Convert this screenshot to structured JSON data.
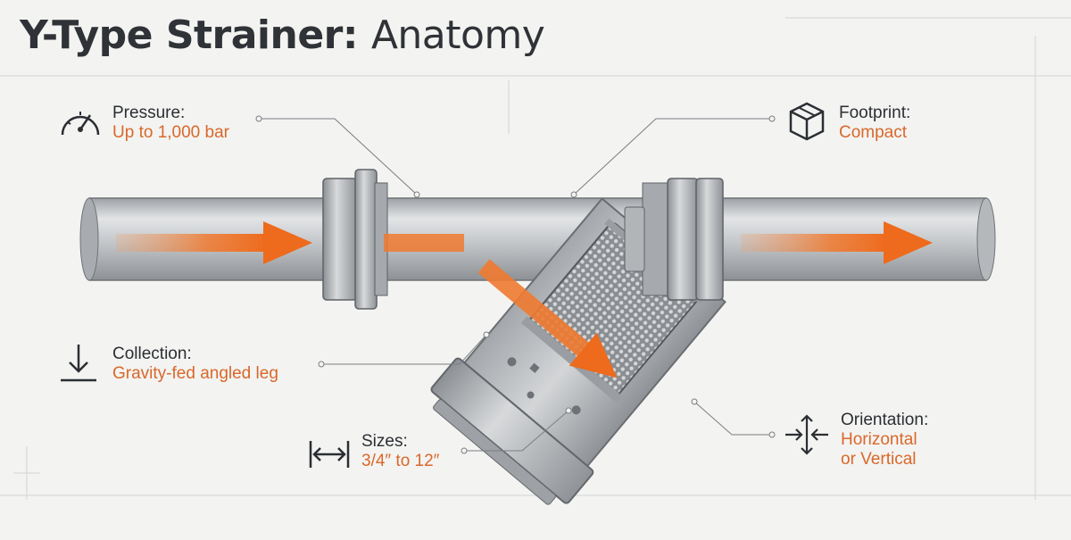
{
  "title": {
    "bold": "Y-Type Strainer:",
    "light": "Anatomy"
  },
  "callouts": {
    "pressure": {
      "label": "Pressure:",
      "value": "Up to 1,000 bar",
      "icon": "gauge-icon"
    },
    "footprint": {
      "label": "Footprint:",
      "value": "Compact",
      "icon": "box-icon"
    },
    "collection": {
      "label": "Collection:",
      "value": "Gravity-fed angled leg",
      "icon": "down-arrow-icon"
    },
    "sizes": {
      "label": "Sizes:",
      "value": "3/4″ to 12″",
      "icon": "width-arrows-icon"
    },
    "orientation": {
      "label": "Orientation:",
      "value_line1": "Horizontal",
      "value_line2": "or Vertical",
      "icon": "orientation-arrows-icon"
    }
  },
  "colors": {
    "accent": "#d9682a",
    "flow_arrow": "#f06a1e",
    "text": "#2b2e33",
    "pipe": "#b9bcbf",
    "background": "#f3f3f1"
  }
}
